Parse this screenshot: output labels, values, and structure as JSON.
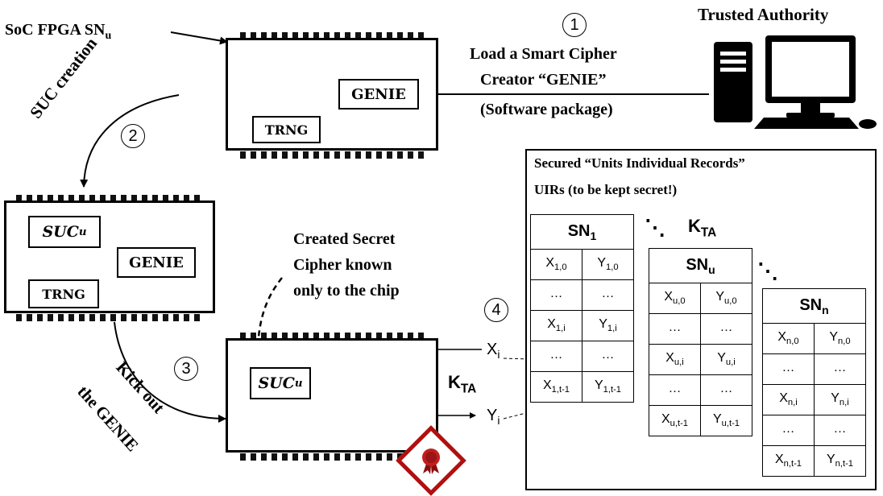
{
  "labels": {
    "soc": "SoC FPGA SN",
    "soc_sub": "u",
    "trusted_authority": "Trusted Authority",
    "step1_line1": "Load a Smart  Cipher",
    "step1_line2": "Creator “GENIE”",
    "step1_line3": "(Software package)",
    "suc_creation": "SUC creation",
    "kick_line1": "Kick out",
    "kick_line2": "the GENIE",
    "created_line1": "Created Secret",
    "created_line2": "Cipher known",
    "created_line3": "only to the chip",
    "genie": "GENIE",
    "trng": "TRNG",
    "suc": "SUC",
    "suc_sub": "u",
    "k": "K",
    "k_sub": "TA",
    "xi": "X",
    "xi_sub": "i",
    "yi": "Y",
    "yi_sub": "i",
    "records_line1": "Secured “Units Individual  Records”",
    "records_line2": "UIRs (to be kept secret!)",
    "ellipsis": "⋱",
    "steps": [
      "1",
      "2",
      "3",
      "4"
    ]
  },
  "tables": [
    {
      "title": "SN",
      "title_sub": "1",
      "rows": [
        {
          "x": "X",
          "xs": "1,0",
          "y": "Y",
          "ys": "1,0"
        },
        {
          "x": "…",
          "xs": "",
          "y": "…",
          "ys": ""
        },
        {
          "x": "X",
          "xs": "1,i",
          "y": "Y",
          "ys": "1,i"
        },
        {
          "x": "…",
          "xs": "",
          "y": "…",
          "ys": ""
        },
        {
          "x": "X",
          "xs": "1,t-1",
          "y": "Y",
          "ys": "1,t-1"
        }
      ]
    },
    {
      "title": "SN",
      "title_sub": "u",
      "rows": [
        {
          "x": "X",
          "xs": "u,0",
          "y": "Y",
          "ys": "u,0"
        },
        {
          "x": "…",
          "xs": "",
          "y": "…",
          "ys": ""
        },
        {
          "x": "X",
          "xs": "u,i",
          "y": "Y",
          "ys": "u,i"
        },
        {
          "x": "…",
          "xs": "",
          "y": "…",
          "ys": ""
        },
        {
          "x": "X",
          "xs": "u,t-1",
          "y": "Y",
          "ys": "u,t-1"
        }
      ]
    },
    {
      "title": "SN",
      "title_sub": "n",
      "rows": [
        {
          "x": "X",
          "xs": "n,0",
          "y": "Y",
          "ys": "n,0"
        },
        {
          "x": "…",
          "xs": "",
          "y": "…",
          "ys": ""
        },
        {
          "x": "X",
          "xs": "n,i",
          "y": "Y",
          "ys": "n,i"
        },
        {
          "x": "…",
          "xs": "",
          "y": "…",
          "ys": ""
        },
        {
          "x": "X",
          "xs": "n,t-1",
          "y": "Y",
          "ys": "n,t-1"
        }
      ]
    }
  ],
  "icons": [
    "computer-icon",
    "certificate-seal-icon"
  ],
  "colors": {
    "seal_frame": "#b01010",
    "seal": "#c02020"
  }
}
